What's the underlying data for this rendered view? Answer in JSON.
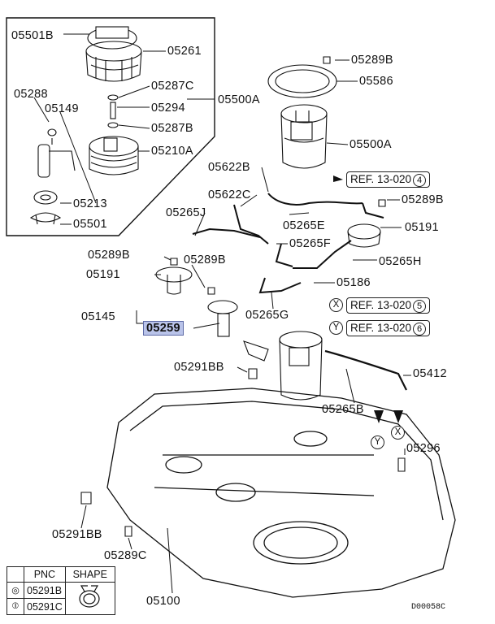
{
  "labels": {
    "l05501B": "05501B",
    "l05261": "05261",
    "l05287C": "05287C",
    "l05288": "05288",
    "l05149": "05149",
    "l05294": "05294",
    "l05500A_a": "05500A",
    "l05287B": "05287B",
    "l05210A": "05210A",
    "l05213": "05213",
    "l05501": "05501",
    "l05289B_a": "05289B",
    "l05586": "05586",
    "l05500A_b": "05500A",
    "l05622B": "05622B",
    "l05622C": "05622C",
    "l05289B_b": "05289B",
    "l05265J": "05265J",
    "l05265E": "05265E",
    "l05191_a": "05191",
    "l05265F": "05265F",
    "l05289B_c": "05289B",
    "l05289B_d": "05289B",
    "l05265H": "05265H",
    "l05191_b": "05191",
    "l05186": "05186",
    "l05145": "05145",
    "l05265G": "05265G",
    "l05259": "05259",
    "l05291BB_a": "05291BB",
    "l05412": "05412",
    "l05265B": "05265B",
    "l05296": "05296",
    "l05291BB_b": "05291BB",
    "l05289C": "05289C",
    "l05100": "05100"
  },
  "refs": {
    "ref4_text": "REF. 13-020",
    "ref4_num": "4",
    "ref5_text": "REF. 13-020",
    "ref5_num": "5",
    "ref6_text": "REF. 13-020",
    "ref6_num": "6"
  },
  "markers": {
    "x": "X",
    "y": "Y"
  },
  "table": {
    "col_pnc": "PNC",
    "col_shape": "SHAPE",
    "rows": [
      {
        "symbol": "◎",
        "pnc": "05291B"
      },
      {
        "symbol": "⦶",
        "pnc": "05291C"
      }
    ]
  },
  "diagram_code": "D00058C",
  "highlight_color": "#b9c3e9"
}
